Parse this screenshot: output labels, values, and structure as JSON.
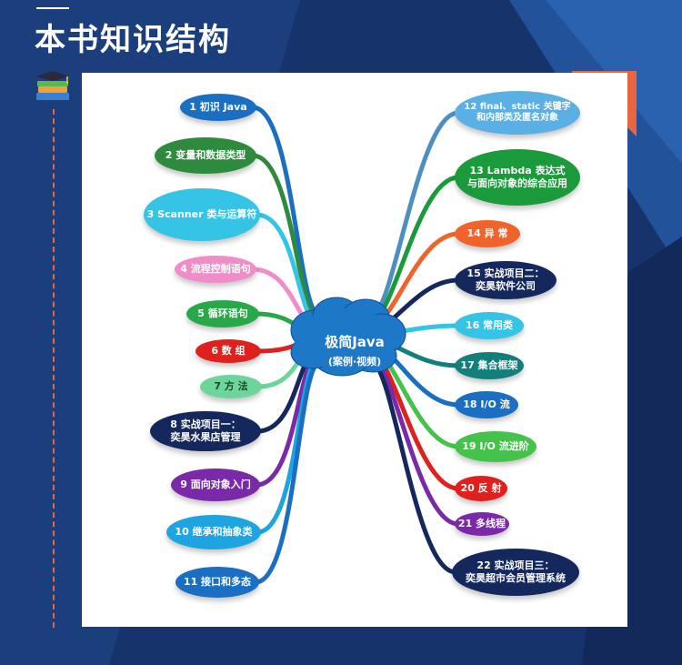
{
  "page": {
    "title": "本书知识结构"
  },
  "colors": {
    "background": "#16346b",
    "accent": "#e8653f",
    "cloud": "#1e78c8",
    "panel": "#ffffff"
  },
  "center": {
    "title": "极简Java",
    "subtitle": "(案例·视频)"
  },
  "left_nodes": [
    {
      "text": "1  初识 Java",
      "bg": "#1a6fc2",
      "fg": "#ffffff",
      "line": "#1a6fc2"
    },
    {
      "text": "2  变量和数据类型",
      "bg": "#2e8b3e",
      "fg": "#ffffff",
      "line": "#2e8b3e"
    },
    {
      "text": "3 Scanner 类与运算符",
      "bg": "#35c4e6",
      "fg": "#ffffff",
      "line": "#35c4e6"
    },
    {
      "text": "4 流程控制语句",
      "bg": "#f08cc8",
      "fg": "#ffffff",
      "line": "#f08cc8"
    },
    {
      "text": "5  循环语句",
      "bg": "#29a84a",
      "fg": "#ffffff",
      "line": "#29a84a"
    },
    {
      "text": "6  数  组",
      "bg": "#e0201c",
      "fg": "#ffffff",
      "line": "#e0201c"
    },
    {
      "text": "7  方  法",
      "bg": "#6dd49a",
      "fg": "#1a4a2a",
      "line": "#6dd49a"
    },
    {
      "text": "8  实战项目一：\n奕昊水果店管理",
      "bg": "#14285e",
      "fg": "#ffffff",
      "line": "#14285e"
    },
    {
      "text": "9 面向对象入门",
      "bg": "#7a2aa8",
      "fg": "#ffffff",
      "line": "#7a2aa8"
    },
    {
      "text": "10 继承和抽象类",
      "bg": "#1ea4e0",
      "fg": "#ffffff",
      "line": "#1ea4e0"
    },
    {
      "text": "11 接口和多态",
      "bg": "#1a6fc2",
      "fg": "#ffffff",
      "line": "#1a6fc2"
    }
  ],
  "right_nodes": [
    {
      "text": "12 final、static 关键字\n和内部类及匿名对象",
      "bg": "#5ab0e4",
      "fg": "#ffffff",
      "line": "#4d8fc0"
    },
    {
      "text": "13 Lambda 表达式\n与面向对象的综合应用",
      "bg": "#1a9a3a",
      "fg": "#ffffff",
      "line": "#1a9a3a"
    },
    {
      "text": "14  异  常",
      "bg": "#f0632a",
      "fg": "#ffffff",
      "line": "#f0632a"
    },
    {
      "text": "15  实战项目二：\n奕昊软件公司",
      "bg": "#14285e",
      "fg": "#ffffff",
      "line": "#14285e"
    },
    {
      "text": "16 常用类",
      "bg": "#35c4e6",
      "fg": "#ffffff",
      "line": "#35c4e6"
    },
    {
      "text": "17  集合框架",
      "bg": "#127f7a",
      "fg": "#ffffff",
      "line": "#127f7a"
    },
    {
      "text": "18  I/O 流",
      "bg": "#1a6fc2",
      "fg": "#ffffff",
      "line": "#1a6fc2"
    },
    {
      "text": "19  I/O 流进阶",
      "bg": "#45c24a",
      "fg": "#ffffff",
      "line": "#45c24a"
    },
    {
      "text": "20 反  射",
      "bg": "#e0201c",
      "fg": "#ffffff",
      "line": "#e0201c"
    },
    {
      "text": "21 多线程",
      "bg": "#7a2aa8",
      "fg": "#ffffff",
      "line": "#7a2aa8"
    },
    {
      "text": "22  实战项目三：\n奕昊超市会员管理系统",
      "bg": "#14285e",
      "fg": "#ffffff",
      "line": "#14285e"
    }
  ]
}
